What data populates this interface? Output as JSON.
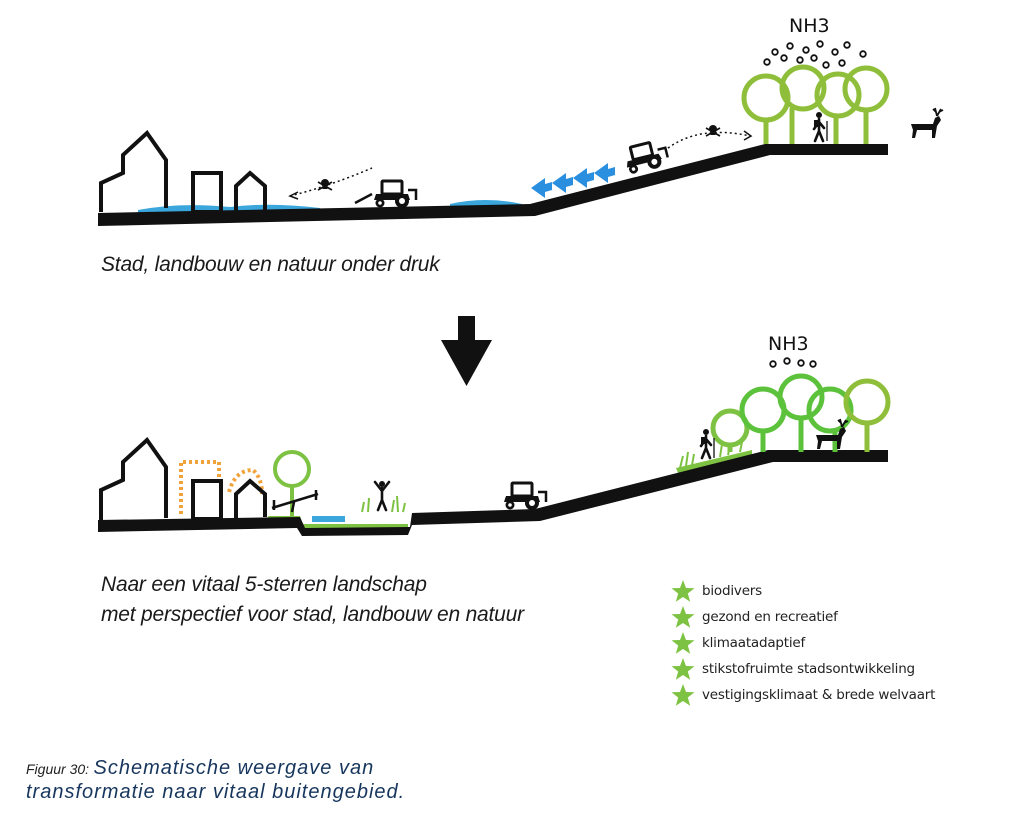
{
  "labels": {
    "nh3_top": "NH3",
    "nh3_bottom": "NH3"
  },
  "captions": {
    "top": "Stad, landbouw en natuur onder druk",
    "bottom_line1": "Naar een vitaal 5-sterren landschap",
    "bottom_line2": "met perspectief voor stad, landbouw en natuur"
  },
  "legend": [
    {
      "icon": "star-icon",
      "label": "biodivers"
    },
    {
      "icon": "star-icon",
      "label": "gezond en recreatief"
    },
    {
      "icon": "star-icon",
      "label": "klimaatadaptief"
    },
    {
      "icon": "star-icon",
      "label": "stikstofruimte stadsontwikkeling"
    },
    {
      "icon": "star-icon",
      "label": "vestigingsklimaat & brede welvaart"
    }
  ],
  "figure_caption": {
    "number": "Figuur 30:",
    "line1": "Schematische weergave van",
    "line2": "transformatie naar vitaal buitengebied."
  },
  "colors": {
    "ground": "#111111",
    "water": "#3aa6dc",
    "arrows": "#2b8fe0",
    "tree_olive": "#8fbf3a",
    "tree_green": "#5cc23c",
    "grass": "#7dc242",
    "star": "#7dc242",
    "dashed_building": "#f1a33b"
  }
}
